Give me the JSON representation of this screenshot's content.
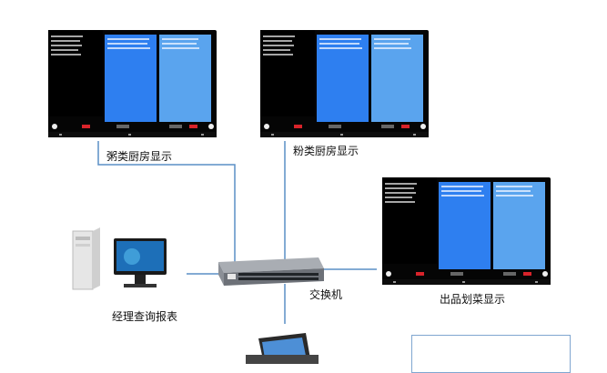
{
  "labels": {
    "porridge_kitchen": "粥类厨房显示",
    "noodle_kitchen": "粉类厨房显示",
    "serving_display": "出品划菜显示",
    "switch": "交换机",
    "manager_report": "经理查询报表"
  },
  "colors": {
    "connector": "#5a8fc6",
    "panel_primary": "#2e7ff0",
    "panel_secondary": "#5aa4ee",
    "screen_bg": "#050505",
    "button_red": "#d8232a"
  },
  "icons": {
    "switch": "network-switch-icon",
    "computer": "desktop-computer-icon",
    "pos": "pos-terminal-icon"
  }
}
